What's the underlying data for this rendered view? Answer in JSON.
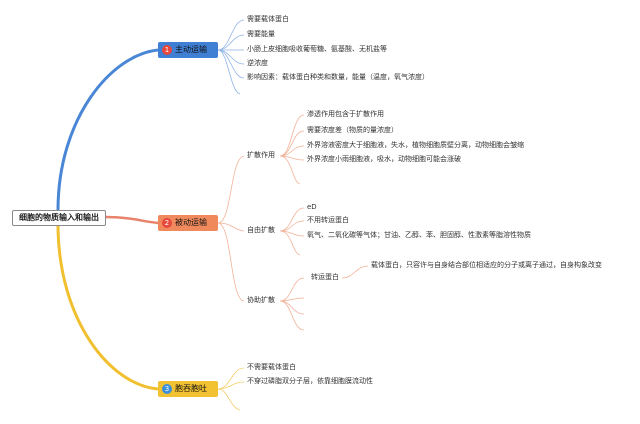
{
  "root": {
    "label": "细胞的物质输入和输出"
  },
  "colors": {
    "active": "#3f7fd4",
    "passive": "#f08a5d",
    "endo": "#f3c232",
    "line_passive": "#f2b199"
  },
  "branches": {
    "active": {
      "number": "1",
      "label": "主动运输",
      "items": [
        "需要载体蛋白",
        "需要能量",
        "小肠上皮细胞吸收葡萄糖、氨基酸、无机盐等",
        "逆浓度",
        "影响因素：载体蛋白种类和数量，能量（温度，氧气浓度）"
      ]
    },
    "passive": {
      "number": "2",
      "label": "被动运输",
      "diffusion": {
        "label": "扩散作用",
        "items": [
          "渗透作用包含于扩散作用",
          "需要浓度差（物质的量浓度）",
          "外界溶液密度大于细胞液，失水，植物细胞质壁分离，动物细胞会皱缩",
          "外界浓度小雨细胞液，吸水，动物细胞可能会涨破"
        ]
      },
      "free": {
        "label": "自由扩散",
        "items": [
          "eD",
          "不用转运蛋白",
          "氧气、二氧化碳等气体；甘油、乙醇、苯、胆固醇、性激素等脂溶性物质"
        ]
      },
      "facilitated": {
        "label": "协助扩散",
        "transport": "转运蛋白",
        "carrier_note": "载体蛋白，只容许与自身结合部位相适应的分子或离子通过，自身构象改变"
      }
    },
    "endo": {
      "number": "3",
      "label": "胞吞胞吐",
      "items": [
        "不需要载体蛋白",
        "不穿过磷脂双分子层，依靠细胞膜流动性"
      ]
    }
  }
}
